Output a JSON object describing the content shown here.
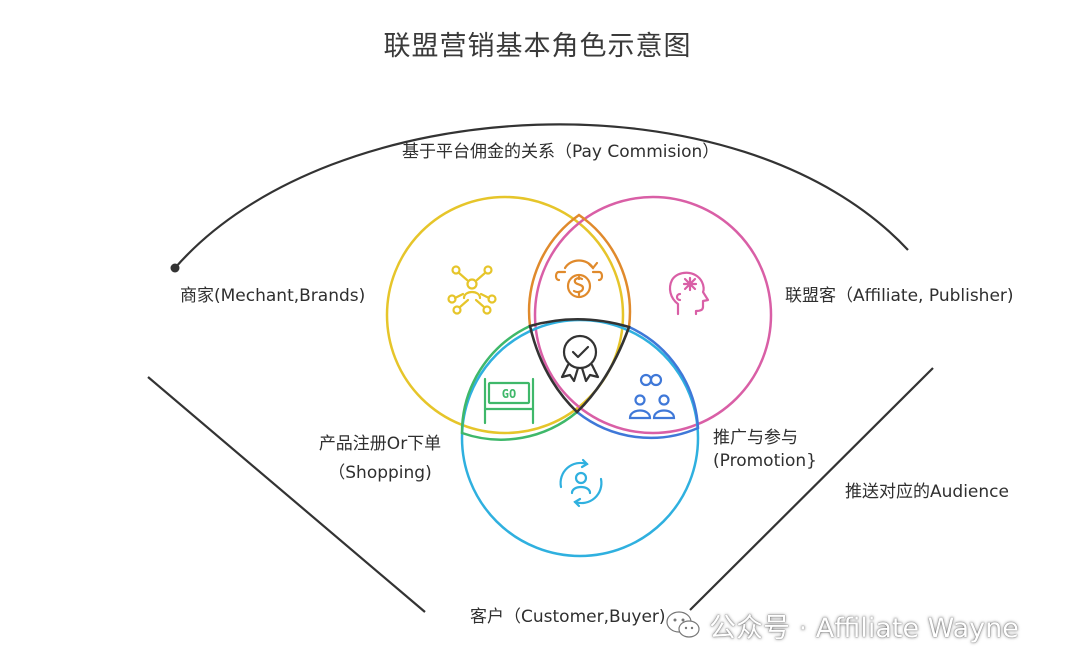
{
  "title": "联盟营销基本角色示意图",
  "labels": {
    "arc_top": "基于平台佣金的关系（Pay Commision）",
    "merchant": "商家(Mechant,Brands)",
    "affiliate": "联盟客（Affiliate, Publisher)",
    "shopping_line1": "产品注册Or下单",
    "shopping_line2": "（Shopping)",
    "promotion_line1": "推广与参与",
    "promotion_line2": "(Promotion}",
    "audience": "推送对应的Audience",
    "customer": "客户（Customer,Buyer)"
  },
  "icons": {
    "merchant": "network-people-icon",
    "commission": "money-exchange-icon",
    "affiliate": "head-idea-icon",
    "center": "badge-check-icon",
    "shopping": "go-gate-icon",
    "promotion": "people-link-icon",
    "customer": "user-cycle-icon"
  },
  "icon_texts": {
    "go": "GO"
  },
  "colors": {
    "merchant_circle": "#e6c52a",
    "affiliate_circle": "#d95fa6",
    "customer_circle": "#2fb0df",
    "commission_arc": "#e08a2c",
    "shopping_arc": "#3fb86a",
    "promotion_arc": "#3f78d8",
    "center_outline": "#333333",
    "lines": "#333333"
  },
  "watermark": {
    "text": "公众号 · Affiliate Wayne",
    "icon": "wechat-icon"
  }
}
